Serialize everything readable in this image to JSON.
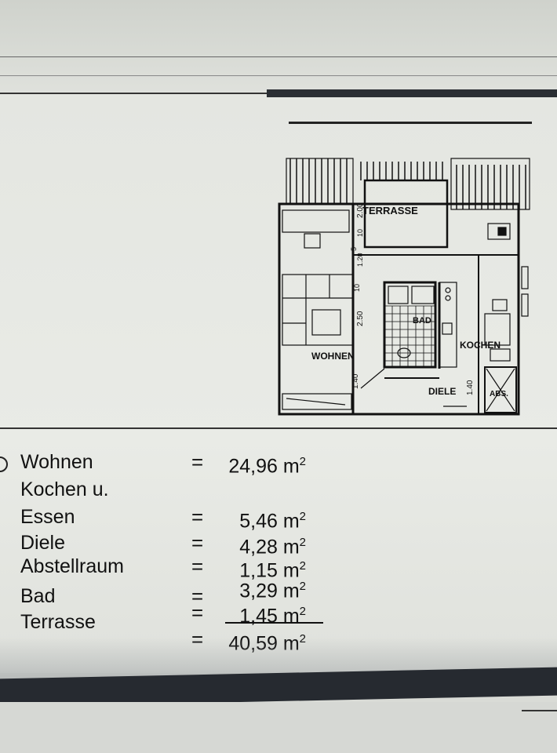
{
  "plan": {
    "rooms": {
      "terrasse": "TERRASSE",
      "wohnen": "WOHNEN",
      "bad": "BAD",
      "kochen": "KOCHEN",
      "diele": "DIELE",
      "abs": "ABS."
    },
    "dimensions": {
      "d1": "2.00",
      "d2": "10",
      "d3": "5",
      "d4": "1.20",
      "d5": "10",
      "d6": "2.50",
      "d7": "1.40",
      "d8": "1.40"
    }
  },
  "areas": [
    {
      "label": "Wohnen",
      "eq": "=",
      "value": "24,96 m",
      "unit_sup": "2"
    },
    {
      "label": "Kochen u.",
      "eq": "",
      "value": "",
      "unit_sup": ""
    },
    {
      "label": "Essen",
      "eq": "=",
      "value": "5,46 m",
      "unit_sup": "2"
    },
    {
      "label": "Diele",
      "eq": "=",
      "value": "4,28 m",
      "unit_sup": "2"
    },
    {
      "label": "Abstellraum",
      "eq": "=",
      "value": "1,15 m",
      "unit_sup": "2"
    },
    {
      "label": "Bad",
      "eq": "=",
      "value": "3,29 m",
      "unit_sup": "2"
    },
    {
      "label": "Terrasse",
      "eq": "=",
      "value": "1,45 m",
      "unit_sup": "2"
    }
  ],
  "total": {
    "eq": "=",
    "value": "40,59 m",
    "unit_sup": "2"
  }
}
